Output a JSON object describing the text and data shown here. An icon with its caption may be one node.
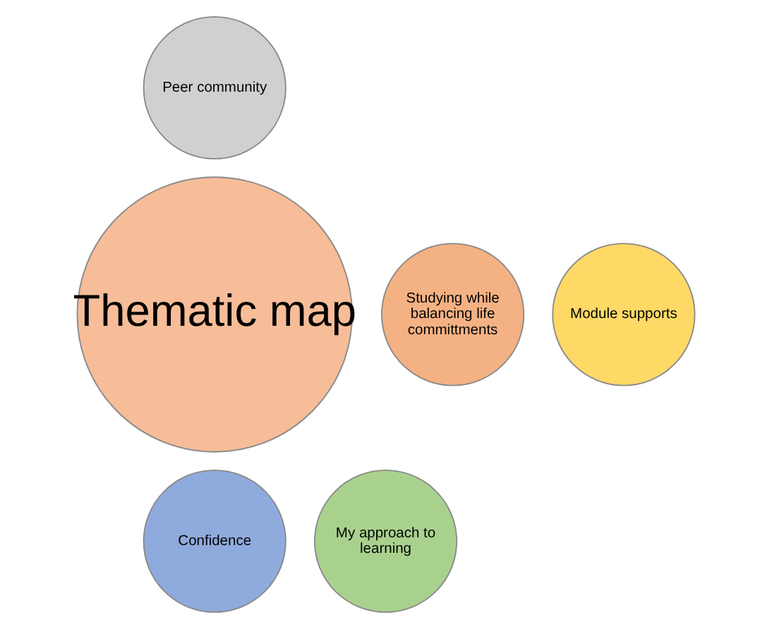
{
  "diagram": {
    "nodes": [
      {
        "text": [
          "Peer community"
        ]
      },
      {
        "text": [
          "Studying while balancing life committments"
        ]
      },
      {
        "text": [
          "Thematic map"
        ]
      },
      {
        "text": [
          "Module supports"
        ]
      },
      {
        "text": [
          "My approach to learning"
        ]
      },
      {
        "text": [
          "Confidence"
        ]
      }
    ]
  }
}
